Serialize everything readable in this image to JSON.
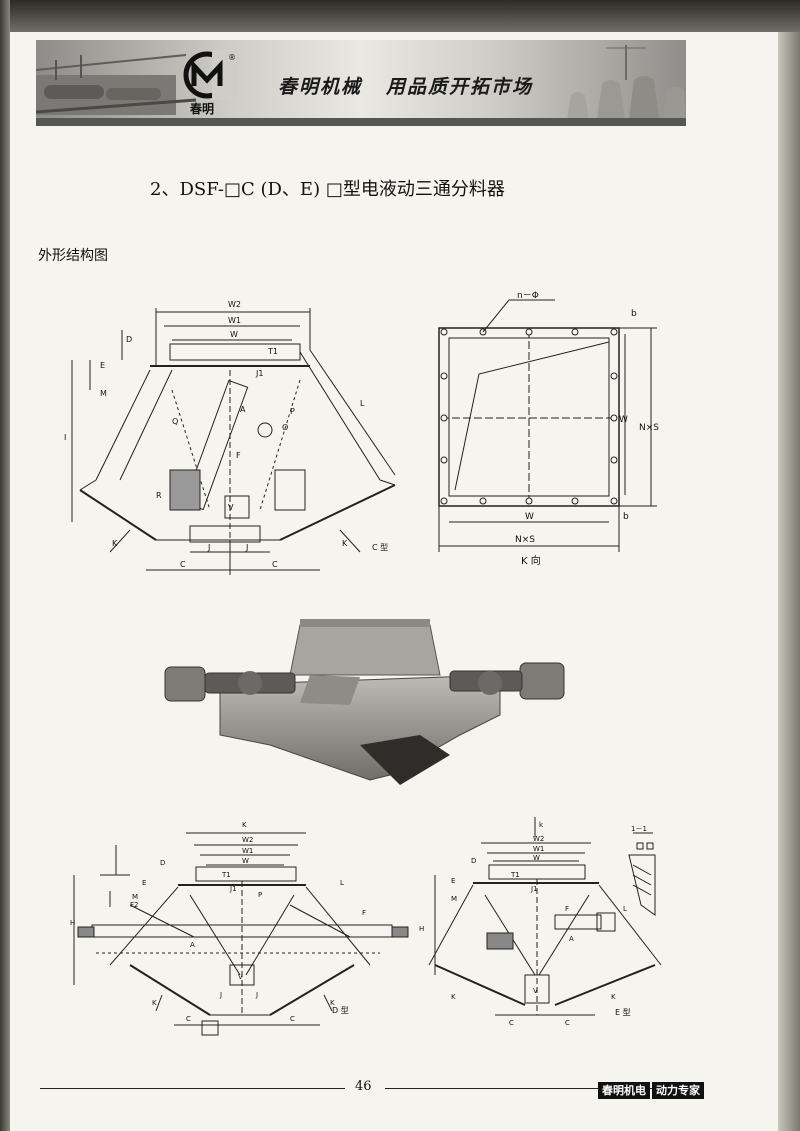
{
  "header": {
    "brand_short": "春明",
    "brand_name": "春明机械",
    "slogan": "用品质开拓市场",
    "logo_letters": "CM",
    "logo_mark": "®"
  },
  "title": "2、DSF-□C (D、E) □型电液动三通分料器",
  "subtitle": "外形结构图",
  "figure_c": {
    "dims": {
      "w2": "W2",
      "w1": "W1",
      "w": "W",
      "d": "D",
      "e": "E",
      "m": "M",
      "i": "I",
      "j1": "J1",
      "t1": "T1",
      "a": "A",
      "f": "F",
      "o": "O",
      "p": "P",
      "q": "Q",
      "r": "R",
      "l": "L",
      "k_left": "K",
      "k_right": "K",
      "j_left": "J",
      "j_right": "J",
      "c_left": "C",
      "c_right": "C",
      "v": "V"
    },
    "type_label": "C 型"
  },
  "figure_k": {
    "dims": {
      "n_phi": "n－Φ",
      "b_top": "b",
      "w_side": "W",
      "ns_side": "N×S",
      "w_bottom": "W",
      "ns_bottom": "N×S",
      "b_bottom": "b"
    },
    "view_label": "K 向"
  },
  "figure_d": {
    "dims": {
      "k_top": "K",
      "w2": "W2",
      "w1": "W1",
      "w": "W",
      "d": "D",
      "e": "E",
      "m": "M",
      "h": "H",
      "f2": "F2",
      "f": "F",
      "a": "A",
      "j1": "J1",
      "t1": "T1",
      "p": "P",
      "l": "L",
      "v": "V",
      "j_left": "J",
      "j_right": "J",
      "k_left": "K",
      "k_right": "K",
      "c_left": "C",
      "c_right": "C"
    },
    "type_label": "D 型"
  },
  "figure_e": {
    "dims": {
      "k_arrow": "k",
      "w2": "W2",
      "w1": "W1",
      "w": "W",
      "d": "D",
      "e": "E",
      "m": "M",
      "h": "H",
      "f": "F",
      "a": "A",
      "j1": "J1",
      "t1": "T1",
      "l": "L",
      "v": "V",
      "k_left": "K",
      "k_right": "K",
      "c_left": "C",
      "c_right": "C"
    },
    "type_label": "E 型",
    "section_label": "1－1"
  },
  "footer": {
    "page_number": "46",
    "brand": "春明机电",
    "tagline": "动力专家"
  }
}
